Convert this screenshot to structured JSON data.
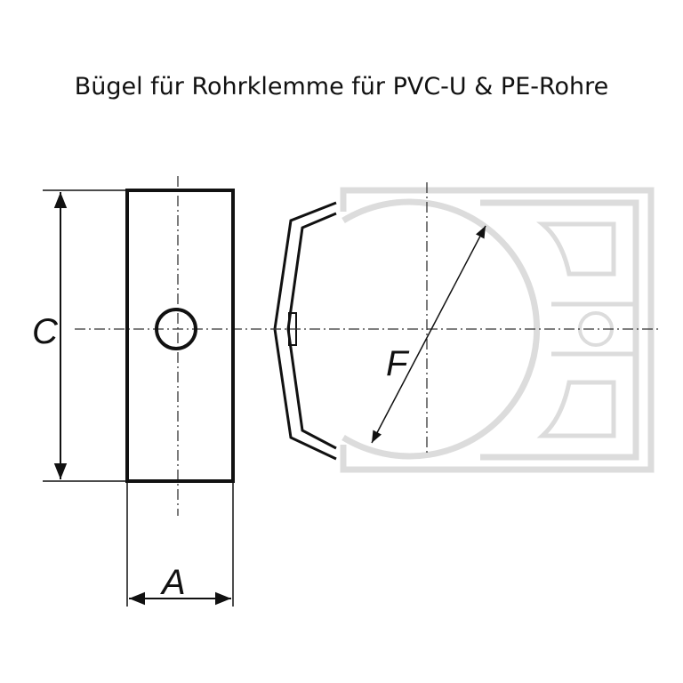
{
  "title": "Bügel für Rohrklemme für PVC-U & PE-Rohre",
  "labels": {
    "c": "C",
    "a": "A",
    "f": "F"
  },
  "colors": {
    "line": "#111111",
    "ghost": "#dddddd"
  }
}
